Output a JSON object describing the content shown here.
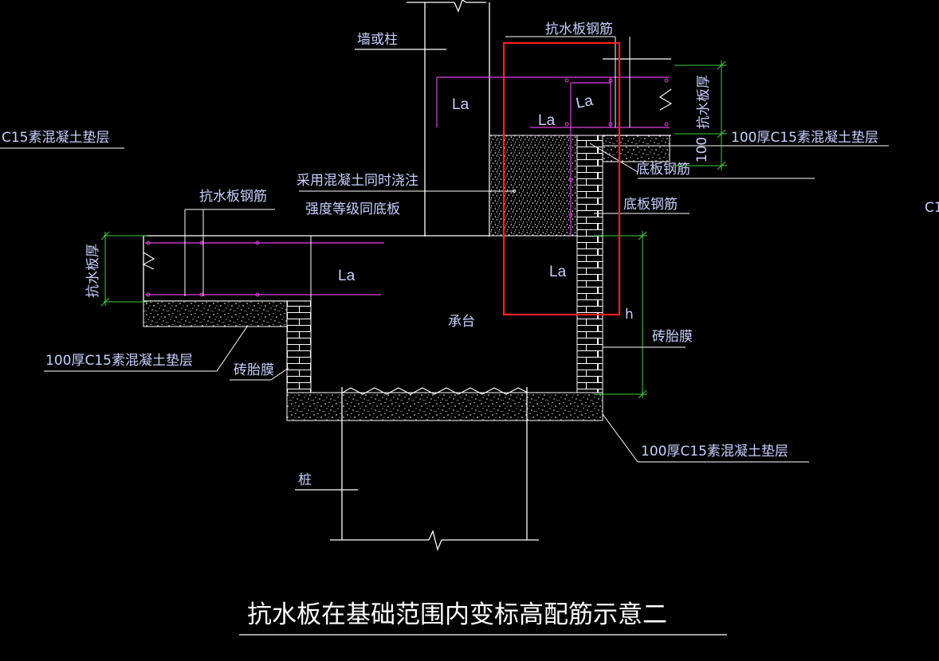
{
  "colors": {
    "background": "#000000",
    "line": "#ffffff",
    "rebar": "#e040e0",
    "text": "#c8d0ff",
    "dimension": "#40d040",
    "highlight": "#ff2020"
  },
  "labels": {
    "wall_or_column": "墙或柱",
    "waterproof_rebar_top": "抗水板钢筋",
    "waterproof_rebar_left": "抗水板钢筋",
    "waterproof_thickness_right": "抗水板厚",
    "waterproof_thickness_left": "抗水板厚",
    "cushion_right_top": "100厚C15素混凝土垫层",
    "cushion_left_cut": "C15素混凝土垫层",
    "cushion_left": "100厚C15素混凝土垫层",
    "cushion_bottom": "100厚C15素混凝土垫层",
    "dim_100": "100",
    "bottom_rebar_1": "底板钢筋",
    "bottom_rebar_2": "底板钢筋",
    "concrete_pour_line1": "采用混凝土同时浇注",
    "concrete_pour_line2": "强度等级同底板",
    "cap": "承台",
    "brick_membrane_left": "砖胎膜",
    "brick_membrane_right": "砖胎膜",
    "pile": "桩",
    "edge_cut": "C1",
    "h_mark": "h",
    "la_1": "La",
    "la_2": "La",
    "la_3": "La",
    "la_4": "La",
    "la_5": "La"
  },
  "title": "抗水板在基础范围内变标高配筋示意二"
}
